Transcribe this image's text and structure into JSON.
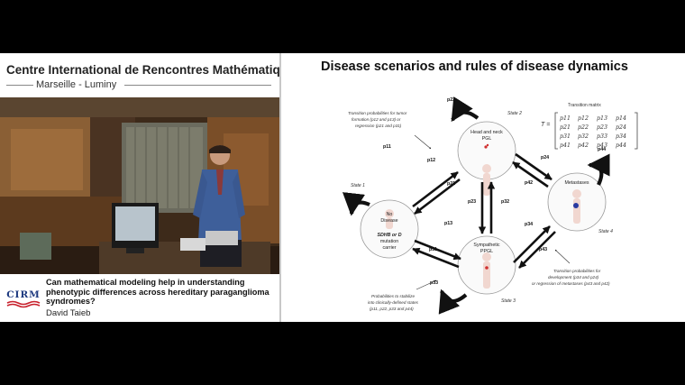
{
  "header": {
    "organization": "Centre International de Rencontres Mathématiques",
    "location": "Marseille - Luminy"
  },
  "footer": {
    "logo_text": "CIRM",
    "talk_title": "Can mathematical modeling help in understanding phenotypic differences across hereditary paraganglioma syndromes?",
    "speaker": "David Taieb"
  },
  "slide": {
    "title": "Disease scenarios and rules of disease dynamics",
    "matrix": {
      "caption": "Transition matrix",
      "symbol": "T =",
      "rows": [
        [
          "p11",
          "p12",
          "p13",
          "p14"
        ],
        [
          "p21",
          "p22",
          "p23",
          "p24"
        ],
        [
          "p31",
          "p32",
          "p33",
          "p34"
        ],
        [
          "p41",
          "p42",
          "p43",
          "p44"
        ]
      ]
    },
    "states": {
      "s1": {
        "label": "State 1",
        "name_line1": "No",
        "name_line2": "Disease",
        "mut1": "SDHB or D",
        "mut2": "mutation",
        "mut3": "carrier"
      },
      "s2": {
        "label": "State 2",
        "name_line1": "Head and neck",
        "name_line2": "PGL"
      },
      "s3": {
        "label": "State 3",
        "name_line1": "Sympathetic",
        "name_line2": "PPGL"
      },
      "s4": {
        "label": "State 4",
        "name_line1": "Metastases"
      }
    },
    "probs": {
      "p11": "p11",
      "p22": "p22",
      "p33": "p33",
      "p44": "p44",
      "p12": "p12",
      "p21": "p21",
      "p13": "p13",
      "p31": "p31",
      "p23": "p23",
      "p32": "p32",
      "p24": "p24",
      "p42": "p42",
      "p34": "p34",
      "p43": "p43"
    },
    "notes": {
      "n1_l1": "Transition probabilities for tumor",
      "n1_l2": "formation (p12 and p13) or",
      "n1_l3": "regression (p21 and p31)",
      "n2_l1": "Transition probabilities for",
      "n2_l2": "development (p34 and p24)",
      "n2_l3": "or regression of metastases (p43 and p42)",
      "n3_l1": "Probabilities to stabilize",
      "n3_l2": "into clinically-defined states",
      "n3_l3": "(p11, p22, p33 and p44)"
    }
  }
}
